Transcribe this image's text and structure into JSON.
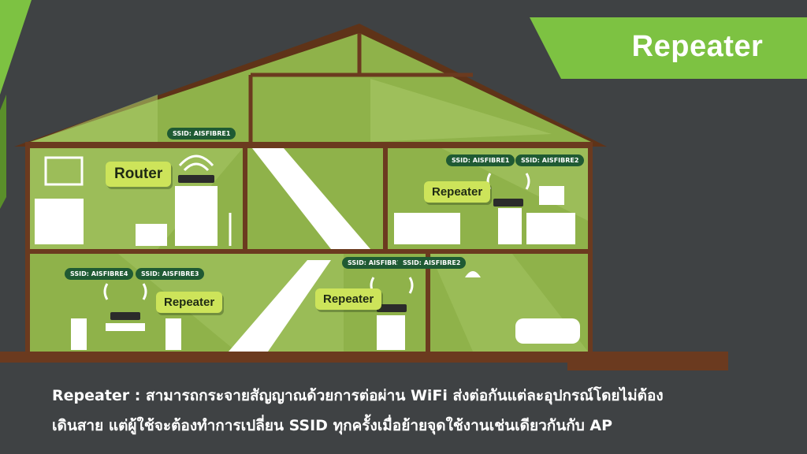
{
  "title": "Repeater",
  "ssid_tags": {
    "router": "SSID: AISFIBRE1",
    "upper_right_1": "SSID: AISFIBRE1",
    "upper_right_2": "SSID: AISFIBRE2",
    "lower_left_1": "SSID: AISFIBRE4",
    "lower_left_2": "SSID: AISFIBRE3",
    "lower_mid_1": "SSID: AISFIBRE3",
    "lower_mid_2": "SSID: AISFIBRE2"
  },
  "device_labels": {
    "router": "Router",
    "repeater_upper_right": "Repeater",
    "repeater_lower_left": "Repeater",
    "repeater_lower_mid": "Repeater"
  },
  "caption": {
    "line1": "Repeater : สามารถกระจายสัญญาณด้วยการต่อผ่าน WiFi ส่งต่อกันแต่ละอุปกรณ์โดยไม่ต้อง",
    "line2": "เดินสาย  แต่ผู้ใช้จะต้องทำการเปลี่ยน SSID ทุกครั้งเมื่อย้ายจุดใช้งานเช่นเดียวกันกับ AP"
  },
  "colors": {
    "background": "#3f4244",
    "wall": "#8fb24a",
    "wall_light": "#a9c868",
    "frame": "#6b3a1f",
    "accent_green": "#7dc242",
    "tag_bg": "#1f5a33",
    "label_bg": "#cde45a"
  }
}
